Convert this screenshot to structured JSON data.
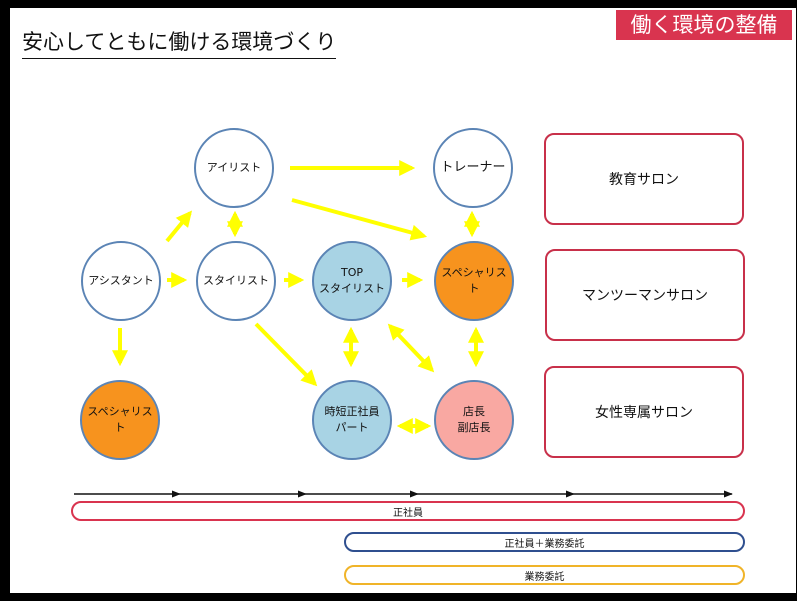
{
  "title": "安心してともに働ける環境づくり",
  "corner_tag": "働く環境の整備",
  "nodes": {
    "eyelist": "アイリスト",
    "trainer": "トレーナー",
    "assistant": "アシスタント",
    "stylist": "スタイリスト",
    "top_stylist": "TOP\nスタイリスト",
    "specialist_right": "スペシャリスト",
    "specialist_left": "スペシャリスト",
    "part_time": "時短正社員\nパート",
    "manager": "店長\n副店長"
  },
  "salons": [
    "教育サロン",
    "マンツーマンサロン",
    "女性専属サロン"
  ],
  "employment": {
    "full_time": "正社員",
    "full_time_contract": "正社員＋業務委託",
    "contract": "業務委託"
  },
  "colors": {
    "accent": "#d9344f",
    "arrow_fill": "#ffff00",
    "node_border": "#5b84b5",
    "specialist_fill": "#f7931e",
    "top_fill": "#a8d3e4",
    "manager_fill": "#f9a8a2",
    "bar_contract_fill_border": "#2f4f8f",
    "bar_contract_border": "#f0b429"
  }
}
